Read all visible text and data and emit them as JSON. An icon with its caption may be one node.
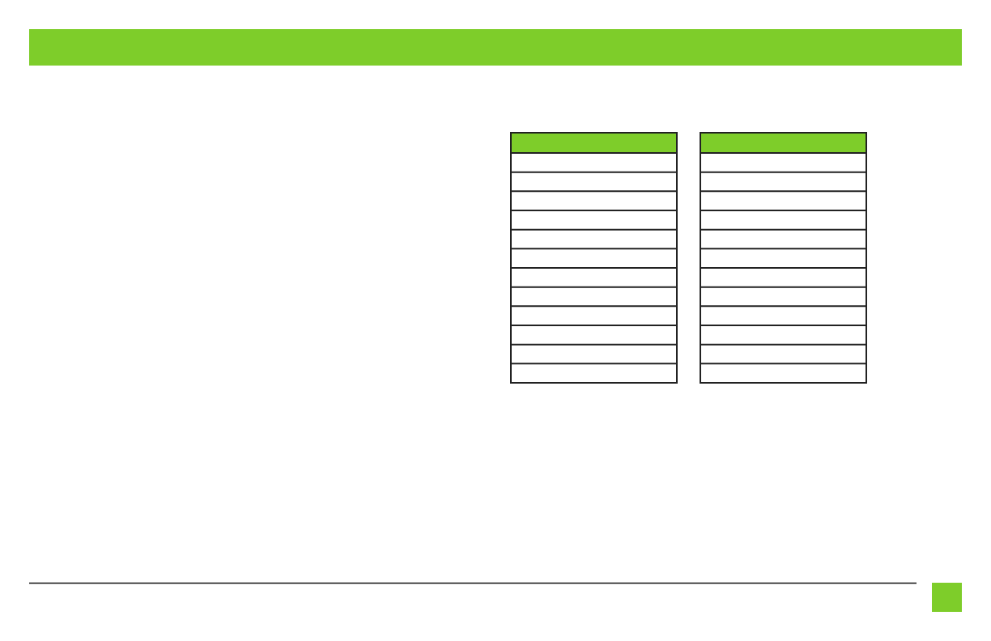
{
  "diagram": {
    "nodes": [
      {
        "text": [],
        "shape": "bar"
      },
      {
        "text": [],
        "shape": "table"
      },
      {
        "text": [],
        "shape": "table"
      },
      {
        "text": [],
        "shape": "box"
      }
    ]
  }
}
